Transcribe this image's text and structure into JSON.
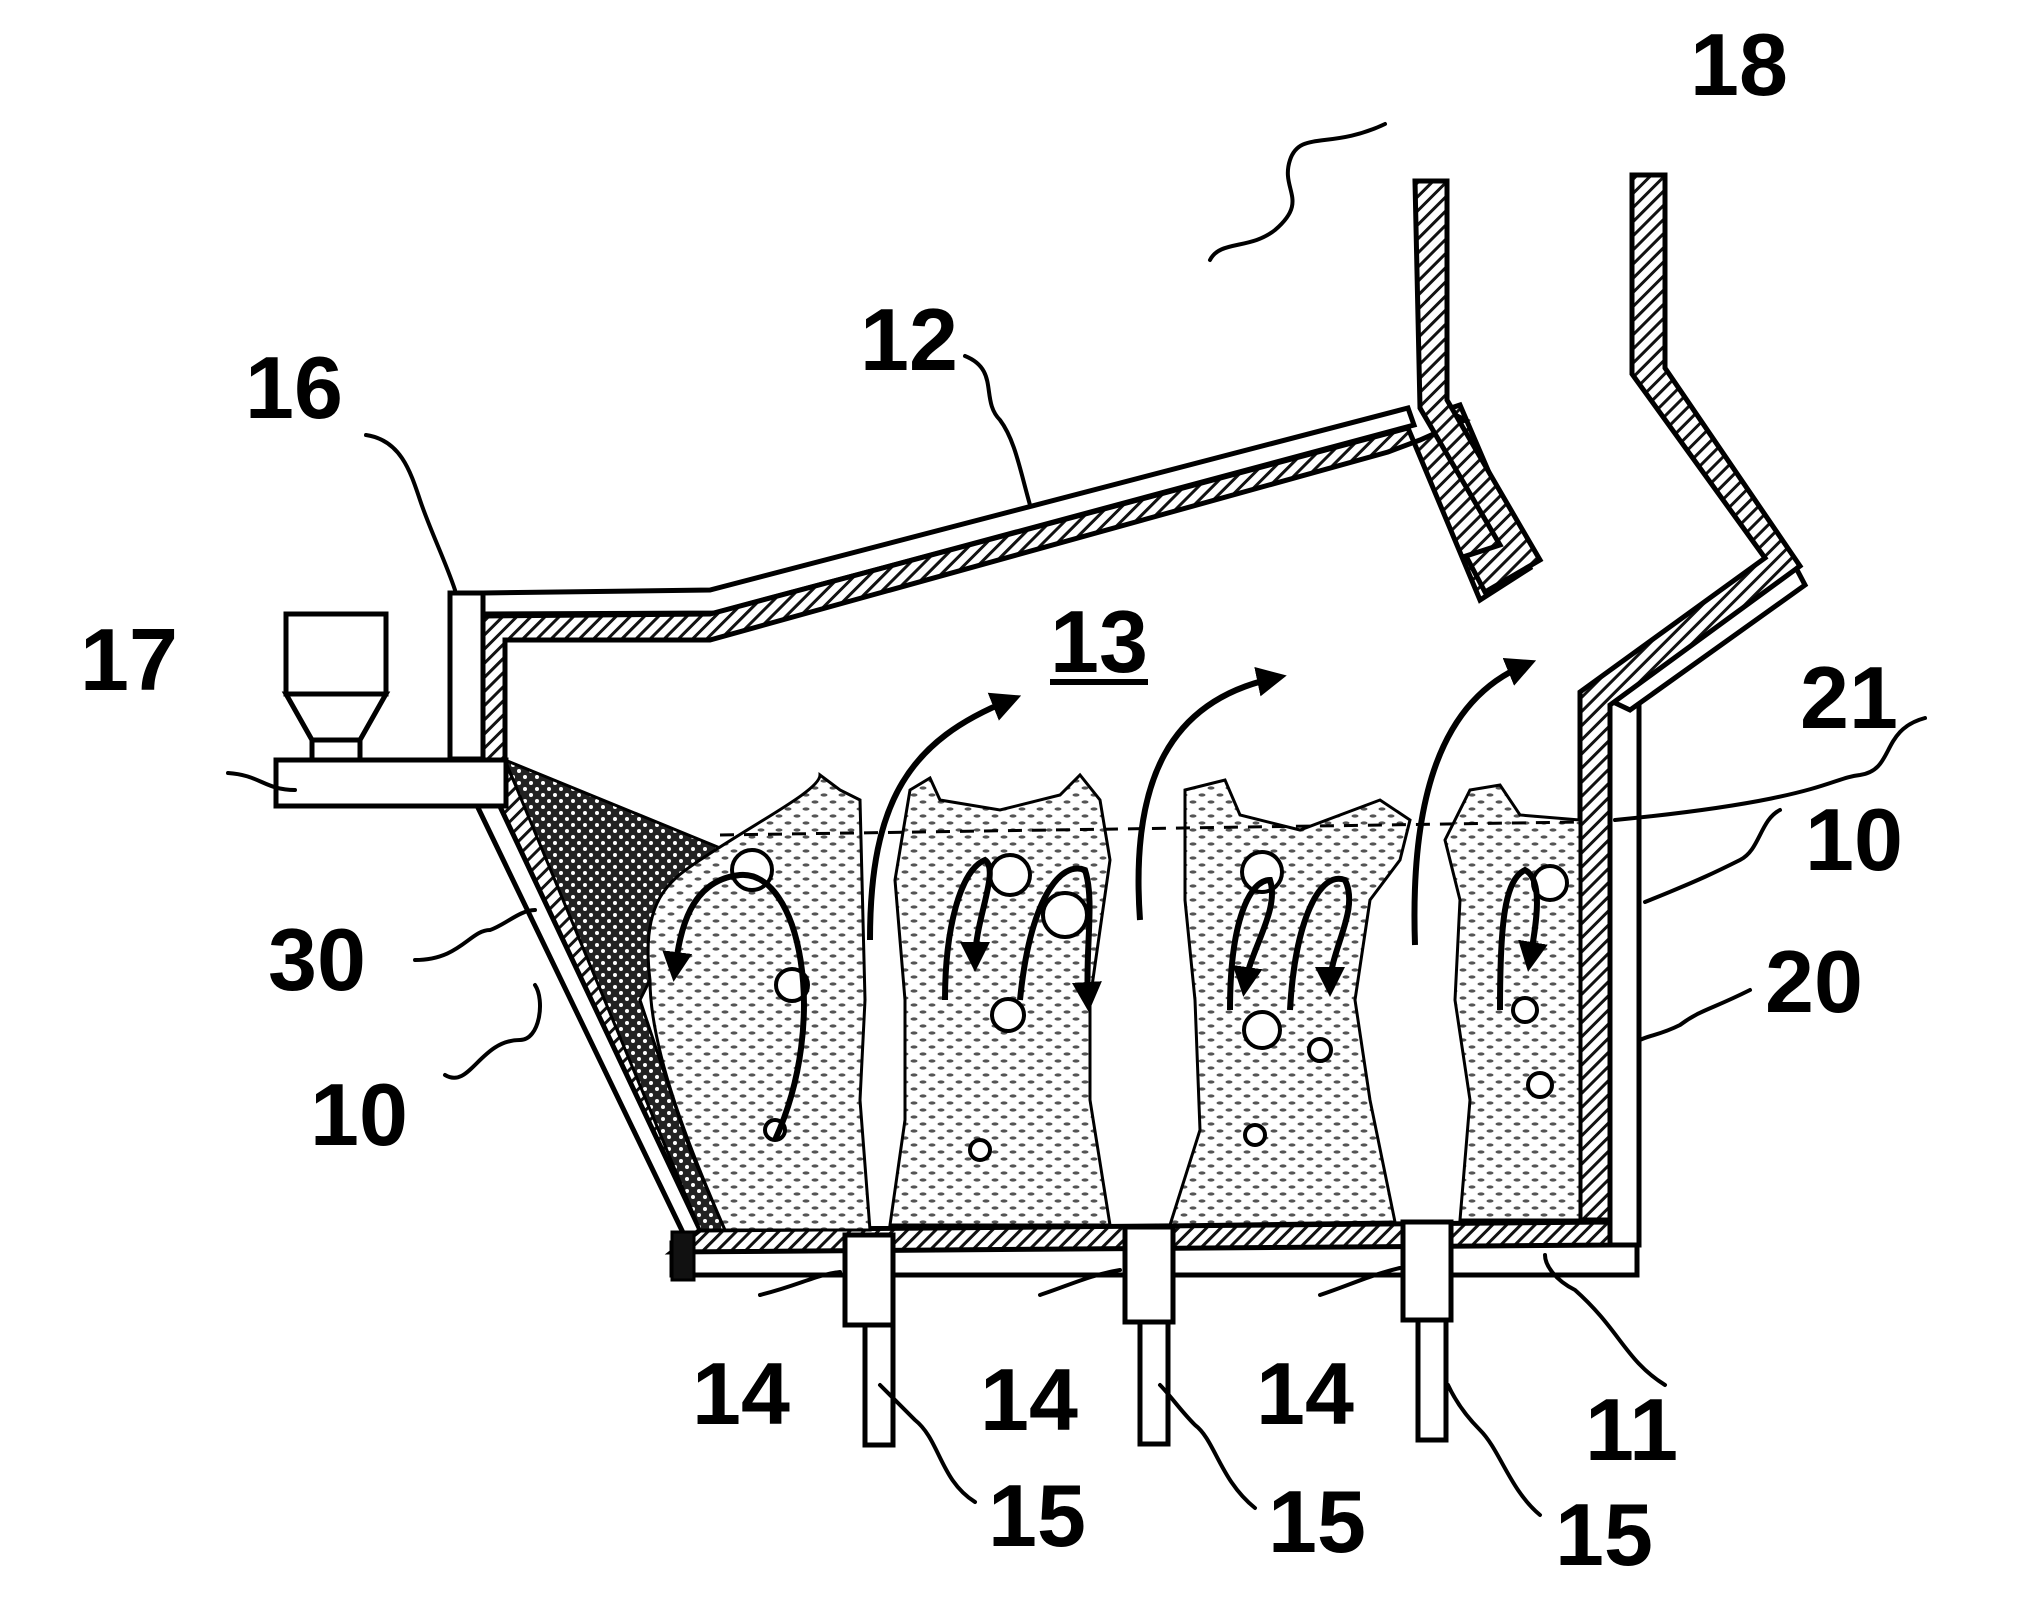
{
  "colors": {
    "line": "#000000",
    "background": "#ffffff",
    "refractory_hatch": "#2a2a2a",
    "bath_dots": "#555555"
  },
  "labels": {
    "ref_18": "18",
    "ref_12": "12",
    "ref_16": "16",
    "ref_17": "17",
    "ref_13": "13",
    "ref_21": "21",
    "ref_10_right": "10",
    "ref_30": "30",
    "ref_20": "20",
    "ref_10_left": "10",
    "ref_14_a": "14",
    "ref_14_b": "14",
    "ref_14_c": "14",
    "ref_11": "11",
    "ref_15_a": "15",
    "ref_15_b": "15",
    "ref_15_c": "15"
  }
}
